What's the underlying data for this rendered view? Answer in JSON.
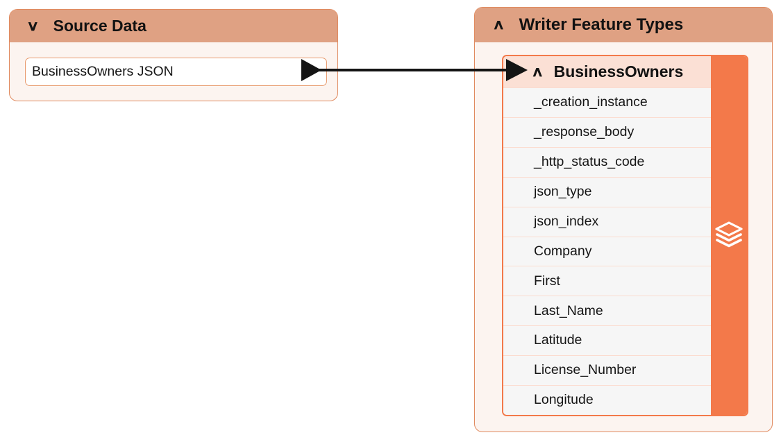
{
  "canvas": {
    "background": "#ffffff",
    "accent_header": "#dfa183",
    "accent_orange": "#f3794a",
    "panel_body": "#fcf4f0",
    "title_row": "#fbe0d5",
    "row_bg": "#f6f6f6",
    "row_divider": "#fbdcd0"
  },
  "source_panel": {
    "collapse_icon": "chevron-down-icon",
    "collapse_glyph": "∨",
    "title": "Source Data",
    "reader": {
      "name": "BusinessOwners JSON",
      "output_port_icon": "play-triangle-icon"
    }
  },
  "writer_panel": {
    "collapse_icon": "chevron-up-icon",
    "collapse_glyph": "∧",
    "title": "Writer Feature Types",
    "feature_type": {
      "input_port_icon": "play-triangle-icon",
      "collapse_icon": "chevron-up-icon",
      "collapse_glyph": "∧",
      "name": "BusinessOwners",
      "rail_icon": "layers-icon",
      "attributes": [
        "_creation_instance",
        "_response_body",
        "_http_status_code",
        "json_type",
        "json_index",
        "Company",
        "First",
        "Last_Name",
        "Latitude",
        "License_Number",
        "Longitude"
      ]
    }
  },
  "connection": {
    "from": "BusinessOwners JSON",
    "to": "BusinessOwners",
    "color": "#141414"
  }
}
